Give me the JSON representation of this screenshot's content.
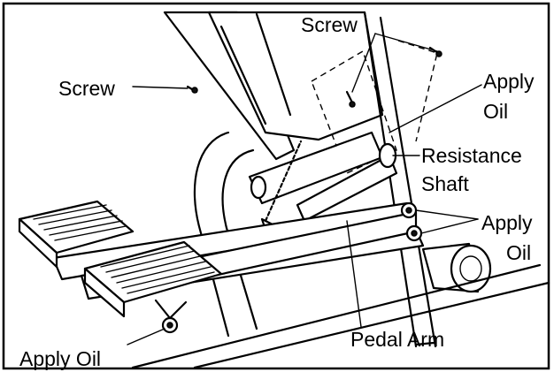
{
  "labels": {
    "screw_top": "Screw",
    "screw_left": "Screw",
    "apply_oil_top_1": "Apply",
    "apply_oil_top_2": "Oil",
    "resistance_shaft_1": "Resistance",
    "resistance_shaft_2": "Shaft",
    "apply_oil_right_1": "Apply",
    "apply_oil_right_2": "Oil",
    "pedal_arm": "Pedal Arm",
    "apply_oil_bottom": "Apply Oil"
  }
}
